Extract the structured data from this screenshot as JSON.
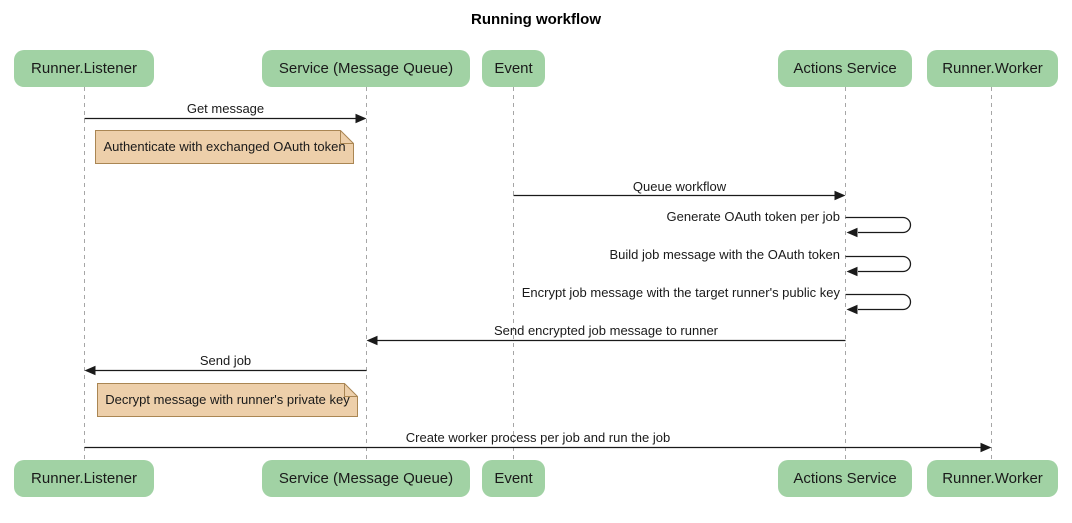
{
  "title": "Running workflow",
  "participants": [
    {
      "label": "Runner.Listener"
    },
    {
      "label": "Service (Message Queue)"
    },
    {
      "label": "Event"
    },
    {
      "label": "Actions Service"
    },
    {
      "label": "Runner.Worker"
    }
  ],
  "messages": [
    {
      "type": "message",
      "from": "Runner.Listener",
      "to": "Service (Message Queue)",
      "label": "Get message"
    },
    {
      "type": "note",
      "over": "Runner.Listener",
      "label": "Authenticate with exchanged OAuth token"
    },
    {
      "type": "message",
      "from": "Event",
      "to": "Actions Service",
      "label": "Queue workflow"
    },
    {
      "type": "self",
      "on": "Actions Service",
      "label": "Generate OAuth token per job"
    },
    {
      "type": "self",
      "on": "Actions Service",
      "label": "Build job message with the OAuth token"
    },
    {
      "type": "self",
      "on": "Actions Service",
      "label": "Encrypt job message with the target runner's public key"
    },
    {
      "type": "message",
      "from": "Actions Service",
      "to": "Service (Message Queue)",
      "label": "Send encrypted job message to runner"
    },
    {
      "type": "message",
      "from": "Service (Message Queue)",
      "to": "Runner.Listener",
      "label": "Send job"
    },
    {
      "type": "note",
      "over": "Runner.Listener",
      "label": "Decrypt message with runner's private key"
    },
    {
      "type": "message",
      "from": "Runner.Listener",
      "to": "Runner.Worker",
      "label": "Create worker process per job and run the job"
    }
  ],
  "colors": {
    "participant_fill": "#A1D2A4",
    "note_fill": "#EDCFAA",
    "note_border": "#AA8653",
    "line": "#1a1a1a",
    "lifeline": "#A6A6A6",
    "background": "#FFFFFF"
  }
}
